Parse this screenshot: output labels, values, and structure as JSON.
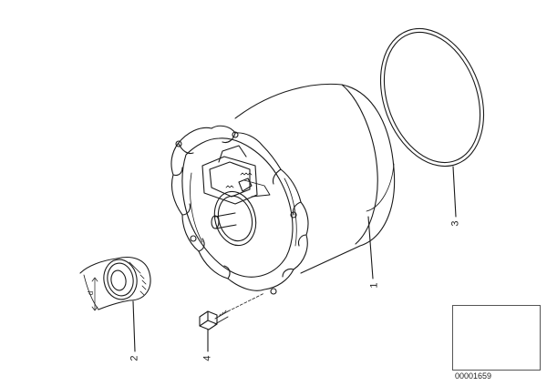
{
  "diagram": {
    "callouts": {
      "part1": "1",
      "part2": "2",
      "part3": "3",
      "part4": "4",
      "dim": "d"
    },
    "image_code": "00001659",
    "colors": {
      "line": "#1a1a1a",
      "background": "#ffffff"
    }
  }
}
